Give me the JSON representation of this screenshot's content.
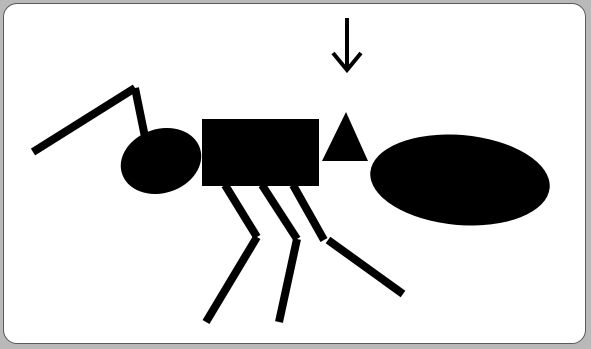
{
  "diagram": {
    "subject": "ant",
    "marker_icon": "down-arrow-icon",
    "parts": {
      "antenna": "antenna",
      "head": "head",
      "thorax": "thorax",
      "petiole_node": "triangle",
      "abdomen": "abdomen",
      "legs": [
        "front-leg",
        "middle-leg",
        "hind-leg"
      ]
    }
  },
  "colors": {
    "background": "#ffffff",
    "outer": "#b9b9b9",
    "border": "#5a5a5a",
    "ink": "#000000"
  }
}
